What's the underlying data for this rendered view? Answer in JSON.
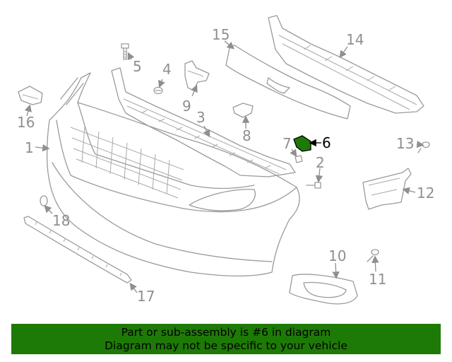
{
  "diagram": {
    "highlighted_part": "6",
    "highlight_color": "#1e7a06",
    "callouts": [
      "1",
      "2",
      "3",
      "4",
      "5",
      "6",
      "7",
      "8",
      "9",
      "10",
      "11",
      "12",
      "13",
      "14",
      "15",
      "16",
      "17",
      "18"
    ]
  },
  "banner": {
    "line1": "Part or sub-assembly is #6 in diagram",
    "line2": "Diagram may not be specific to your vehicle",
    "background": "#1e7a06"
  }
}
